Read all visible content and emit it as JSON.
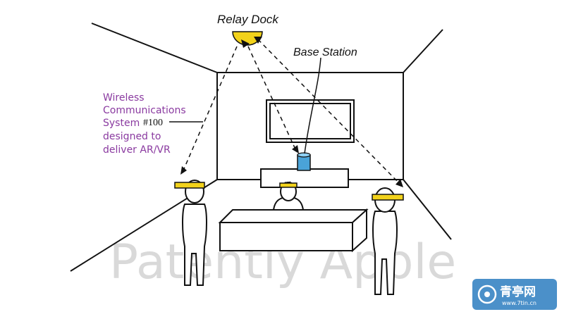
{
  "diagram": {
    "labels": {
      "relay_dock": "Relay Dock",
      "base_station": "Base Station",
      "ref_number": "#100",
      "system_line1": "Wireless",
      "system_line2": "Communications",
      "system_line3": "System",
      "system_line4": "designed to",
      "system_line5": "deliver AR/VR"
    },
    "colors": {
      "line": "#111111",
      "headset_band": "#f2d21b",
      "relay_dock": "#f2d21b",
      "base_station": "#4aa3d8",
      "annotation_purple": "#8a3aa0"
    }
  },
  "watermark": {
    "text": "Patently Apple",
    "badge_cn": "青亭网",
    "badge_url": "www.7tin.cn",
    "badge_color": "#2c7dbf"
  }
}
